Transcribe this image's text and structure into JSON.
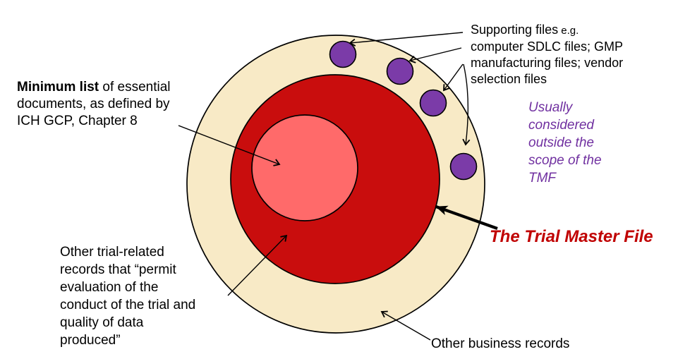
{
  "colors": {
    "outer_ring": "#F8EAC6",
    "tmf_red": "#C90D0D",
    "minimum_core": "#FF6A6A",
    "supporting_dot": "#7B3BA8",
    "outside_scope_text": "#7030A0",
    "tmf_title_text": "#C00000",
    "body_text": "#000000",
    "outline": "#000000"
  },
  "labels": {
    "minimum_list": {
      "bold": "Minimum list",
      "rest": " of essential\ndocuments, as defined by\nICH GCP, Chapter  8"
    },
    "supporting_files": {
      "lead": "Supporting files",
      "eg": " e.g.",
      "rest": "\ncomputer SDLC files; GMP\nmanufacturing files; vendor\nselection files"
    },
    "outside_scope": {
      "text": "Usually\nconsidered\noutside the\nscope of the\nTMF"
    },
    "tmf_title": {
      "text": "The Trial Master File"
    },
    "other_trial": {
      "text": "Other trial-related\nrecords that “permit\nevaluation of the\nconduct of the trial and\nquality of data\nproduced”"
    },
    "other_business": {
      "text": "Other business records"
    }
  },
  "rings": [
    {
      "name": "outer",
      "meaning": "Other business records"
    },
    {
      "name": "middle",
      "meaning": "The Trial Master File"
    },
    {
      "name": "inner",
      "meaning": "Minimum list of essential documents (ICH GCP Chapter 8)"
    }
  ],
  "supporting_dot_count": "4"
}
